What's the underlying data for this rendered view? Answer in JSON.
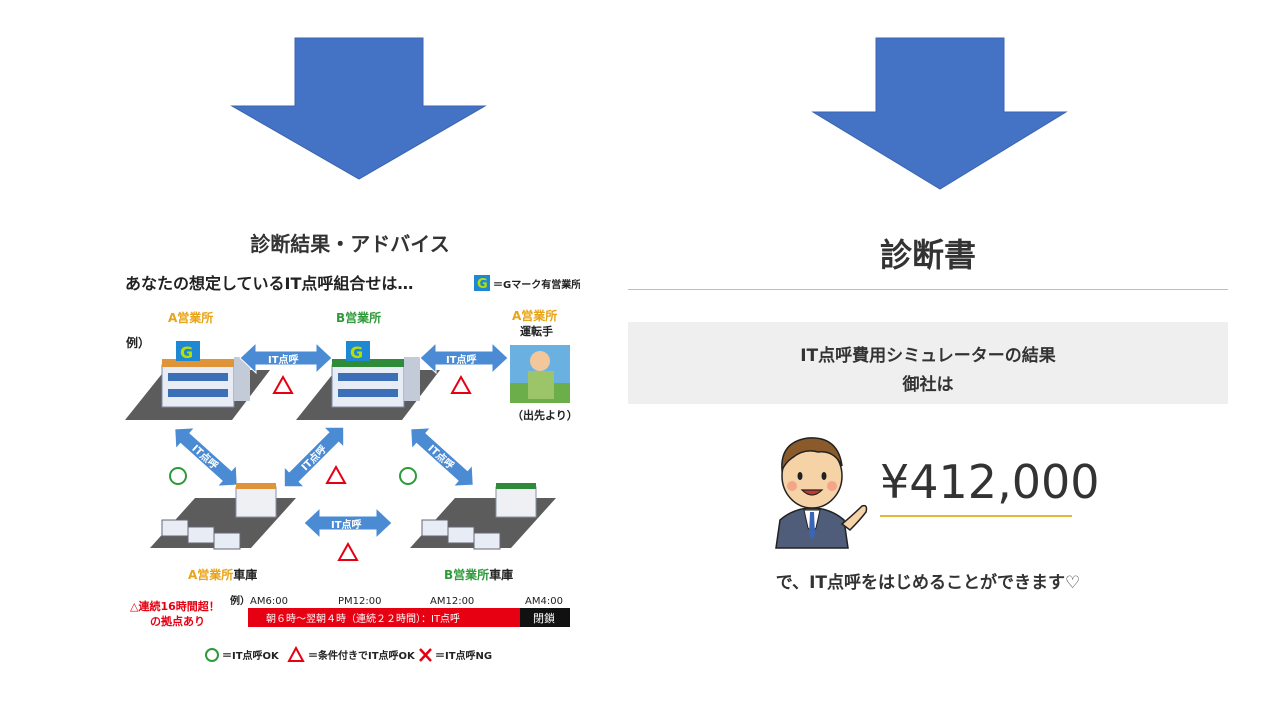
{
  "left_panel": {
    "title": "診断結果・アドバイス",
    "subtitle": "あなたの想定しているIT点呼組合せは…",
    "g_legend": "＝Gマーク有営業所",
    "example_label": "例）",
    "office_a": "A営業所",
    "office_b": "B営業所",
    "driver_office": "A営業所",
    "driver_label": "運転手",
    "driver_note": "（出先より）",
    "arrow_label": "IT点呼",
    "garage_a_office": "A営業所",
    "garage_b_office": "B営業所",
    "garage_suffix": "車庫",
    "warning_line1": "△連続16時間超！",
    "warning_line2": "の拠点あり",
    "timeline": {
      "example": "例）",
      "ticks": [
        "AM6:00",
        "PM12:00",
        "AM12:00",
        "AM4:00"
      ],
      "bar_text": "朝６時～翌朝４時（連続２２時間）：IT点呼",
      "closed_text": "閉鎖"
    },
    "legend": {
      "ok": "＝IT点呼OK",
      "conditional": "＝条件付きでIT点呼OK",
      "ng": "＝IT点呼NG"
    }
  },
  "right_panel": {
    "title": "診断書",
    "result_line1": "IT点呼費用シミュレーターの結果",
    "result_line2": "御社は",
    "price": "¥412,000",
    "closing": "で、IT点呼をはじめることができます♡"
  },
  "colors": {
    "arrow_blue": "#4472c4",
    "accent_orange": "#e8a317",
    "accent_green": "#2f9a3a",
    "warning_red": "#e60012",
    "price_underline": "#e2b73a",
    "rule_green": "#c8d33a"
  }
}
